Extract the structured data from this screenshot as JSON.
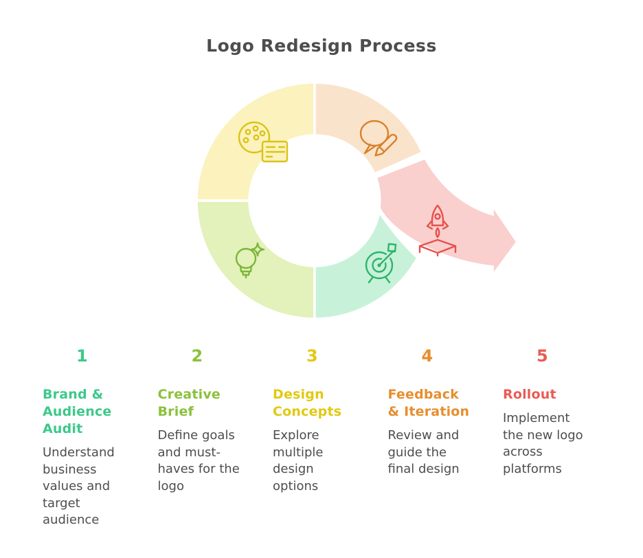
{
  "title": "Logo Redesign Process",
  "colors": {
    "background": "#FFFFFF",
    "title_text": "#4D4D4D",
    "body_text": "#4D4D4D"
  },
  "cycle": {
    "description": "circular process donut with four segments and an exit arrow",
    "segments": [
      {
        "name": "design-concepts-segment",
        "position": "top-left",
        "fill": "#FBF2BD",
        "icon": "palette-card-icon",
        "icon_color": "#DCC316"
      },
      {
        "name": "feedback-iteration-segment",
        "position": "top-right",
        "fill": "#FAE3CB",
        "icon": "speech-bubble-pencil-icon",
        "icon_color": "#D8812C"
      },
      {
        "name": "creative-brief-segment",
        "position": "bottom-left",
        "fill": "#E3F1BA",
        "icon": "lightbulb-spark-icon",
        "icon_color": "#7EB53A"
      },
      {
        "name": "brand-audit-segment",
        "position": "bottom-right",
        "fill": "#C8F1D9",
        "icon": "target-dart-icon",
        "icon_color": "#2EB36C"
      },
      {
        "name": "rollout-arrow-segment",
        "position": "exit-right",
        "fill": "#F9D0CE",
        "icon": "rocket-launch-icon",
        "icon_color": "#E8504A"
      }
    ]
  },
  "steps": [
    {
      "number": "1",
      "color": "#3CC98A",
      "title": "Brand & Audience Audit",
      "description": "Understand business values and target audience"
    },
    {
      "number": "2",
      "color": "#8BC13C",
      "title": "Creative Brief",
      "description": "Define goals and must-haves for the logo"
    },
    {
      "number": "3",
      "color": "#E2C912",
      "title": "Design Concepts",
      "description": "Explore multiple design options"
    },
    {
      "number": "4",
      "color": "#E78E2E",
      "title": "Feedback & Iteration",
      "description": "Review and guide the final design"
    },
    {
      "number": "5",
      "color": "#EA5B55",
      "title": "Rollout",
      "description": "Implement the new logo across platforms"
    }
  ]
}
